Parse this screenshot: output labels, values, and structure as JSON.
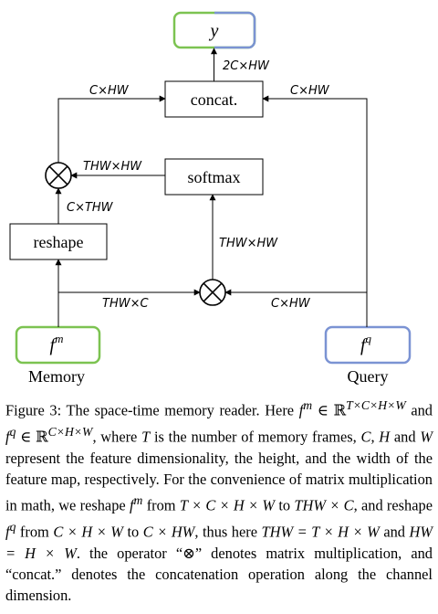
{
  "diagram": {
    "nodes": {
      "output": "y",
      "concat": "concat.",
      "softmax": "softmax",
      "reshape": "reshape",
      "memory_symbol": "f",
      "memory_superscript": "m",
      "memory_name": "Memory",
      "query_symbol": "f",
      "query_superscript": "q",
      "query_name": "Query",
      "mult_operator": "⊗"
    },
    "edges": {
      "concat_to_output": "2C×HW",
      "memory_to_concat": "C×HW",
      "query_to_concat": "C×HW",
      "softmax_to_mult": "THW×HW",
      "mult_to_reshape": "C×THW",
      "matmul_to_softmax": "THW×HW",
      "memory_to_matmul": "THW×C",
      "query_to_matmul": "C×HW"
    },
    "colors": {
      "memory": "#7cc351",
      "query": "#7b93d3",
      "line": "#000000"
    }
  },
  "caption": {
    "label": "Figure 3:",
    "p1": "The space-time memory reader.  Here ",
    "fm": "f",
    "fm_sup": "m",
    "p2": " ∈ ℝ",
    "r1_sup": "T×C×H×W",
    "p3": " and ",
    "fq": "f",
    "fq_sup": "q",
    "p4": " ∈ ℝ",
    "r2_sup": "C×H×W",
    "p5": ", where ",
    "T": "T",
    "p6": " is the number of memory frames, ",
    "C": "C",
    "p7": ", ",
    "H": "H",
    "p8": " and ",
    "W": "W",
    "p9": " represent the feature dimensionality, the height, and the width of the feature map, respectively. For the convenience of matrix multiplication in math, we reshape ",
    "fm2": "f",
    "fm2_sup": "m",
    "p10": " from ",
    "e1": "T × C × H × W",
    "p11": " to ",
    "e2": "THW × C",
    "p12": ", and reshape ",
    "fq2": "f",
    "fq2_sup": "q",
    "p13": " from ",
    "e3": "C × H × W",
    "p14": " to ",
    "e4": "C × HW",
    "p15": ", thus here ",
    "e5": "THW = T × H × W",
    "p16": " and ",
    "e6": "HW = H × W",
    "p17": ". the operator “⊗” denotes matrix multiplication, and “concat.” denotes the concatenation operation along the channel dimension."
  }
}
